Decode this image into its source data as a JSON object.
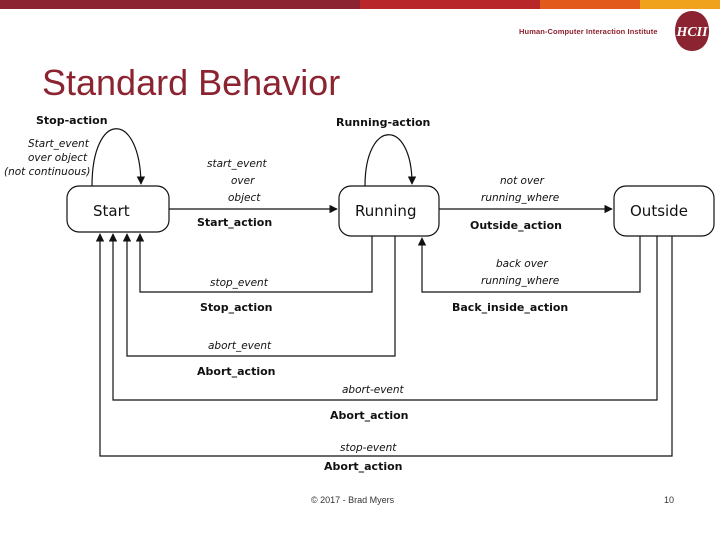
{
  "header": {
    "institute": "Human-Computer Interaction Institute",
    "logo_text": "HCII",
    "bar_colors": [
      "#8b2331",
      "#b8282b",
      "#e35a1d",
      "#f0a21c"
    ]
  },
  "slide": {
    "title": "Standard Behavior"
  },
  "diagram": {
    "states": {
      "start": "Start",
      "running": "Running",
      "outside": "Outside"
    },
    "labels": {
      "stop_action_top": "Stop-action",
      "start_event_1": "Start_event",
      "start_event_2": "over object",
      "start_event_3": "(not continuous)",
      "running_action": "Running-action",
      "trans_event_1": "start_event",
      "trans_event_2": "over",
      "trans_event_3": "object",
      "start_action": "Start_action",
      "not_over_1": "not over",
      "not_over_2": "running_where",
      "outside_action": "Outside_action",
      "back_over_1": "back over",
      "back_over_2": "running_where",
      "back_inside_action": "Back_inside_action",
      "stop_event": "stop_event",
      "stop_action": "Stop_action",
      "abort_event_1": "abort_event",
      "abort_action_1": "Abort_action",
      "abort_event_2": "abort-event",
      "abort_action_2": "Abort_action",
      "stop_event_2": "stop-event",
      "abort_action_3": "Abort_action"
    }
  },
  "footer": {
    "copyright": "© 2017 - Brad Myers",
    "page_number": "10"
  }
}
